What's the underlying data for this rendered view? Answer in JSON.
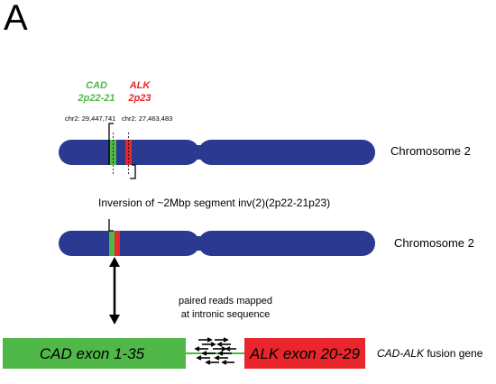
{
  "panel": {
    "letter": "A"
  },
  "genes": {
    "cad": {
      "name": "CAD",
      "locus": "2p22-21",
      "coord": "chr2: 29,447,741",
      "color": "#4fb848"
    },
    "alk": {
      "name": "ALK",
      "locus": "2p23",
      "coord": "chr2: 27,463,483",
      "color": "#e8262b"
    }
  },
  "chromosome_label": "Chromosome 2",
  "inversion_text": "Inversion of ~2Mbp segment inv(2)(2p22-21p23)",
  "paired_reads": {
    "line1": "paired reads mapped",
    "line2": "at intronic sequence"
  },
  "fusion": {
    "left_exon": "CAD exon 1-35",
    "right_exon": "ALK exon 20-29",
    "label_italic": "CAD-ALK",
    "label_rest": " fusion gene"
  },
  "colors": {
    "chromosome": "#2b3990",
    "cad": "#4fb848",
    "alk": "#e8262b",
    "text": "#000000"
  }
}
